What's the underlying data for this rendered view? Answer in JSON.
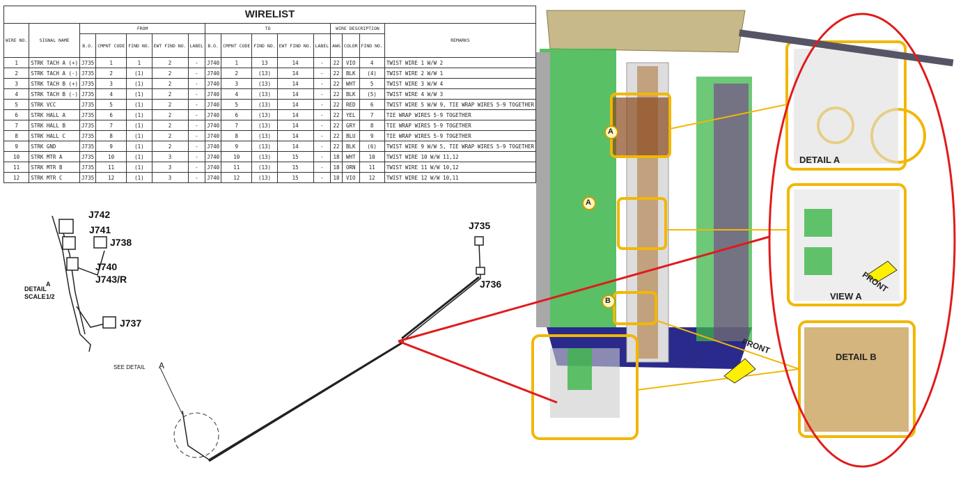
{
  "wirelist": {
    "title": "WIRELIST",
    "group_headers": {
      "from": "FROM",
      "to": "TO",
      "wire_description": "WIRE DESCRIPTION"
    },
    "columns": [
      "WIRE NO.",
      "SIGNAL NAME",
      "B.O.",
      "CMPNT CODE",
      "FIND NO.",
      "EWT FIND NO.",
      "LABEL",
      "B.O.",
      "CMPNT CODE",
      "FIND NO.",
      "EWT FIND NO.",
      "LABEL",
      "AWG",
      "COLOR",
      "FIND NO.",
      "REMARKS"
    ],
    "rows": [
      [
        "1",
        "STRK TACH A (+)",
        "J735",
        "1",
        "1",
        "2",
        "-",
        "J740",
        "1",
        "13",
        "14",
        "-",
        "22",
        "VIO",
        "4",
        "TWIST WIRE 1 W/W 2"
      ],
      [
        "2",
        "STRK TACH A (-)",
        "J735",
        "2",
        "(1)",
        "2",
        "-",
        "J740",
        "2",
        "(13)",
        "14",
        "-",
        "22",
        "BLK",
        "(4)",
        "TWIST WIRE 2 W/W 1"
      ],
      [
        "3",
        "STRK TACH B (+)",
        "J735",
        "3",
        "(1)",
        "2",
        "-",
        "J740",
        "3",
        "(13)",
        "14",
        "-",
        "22",
        "WHT",
        "5",
        "TWIST WIRE 3 W/W 4"
      ],
      [
        "4",
        "STRK TACH B (-)",
        "J735",
        "4",
        "(1)",
        "2",
        "-",
        "J740",
        "4",
        "(13)",
        "14",
        "-",
        "22",
        "BLK",
        "(5)",
        "TWIST WIRE 4 W/W 3"
      ],
      [
        "5",
        "STRK VCC",
        "J735",
        "5",
        "(1)",
        "2",
        "-",
        "J740",
        "5",
        "(13)",
        "14",
        "-",
        "22",
        "RED",
        "6",
        "TWIST WIRE 5 W/W 9, TIE WRAP WIRES 5-9 TOGETHER"
      ],
      [
        "6",
        "STRK HALL A",
        "J735",
        "6",
        "(1)",
        "2",
        "-",
        "J740",
        "6",
        "(13)",
        "14",
        "-",
        "22",
        "YEL",
        "7",
        "TIE WRAP WIRES 5-9 TOGETHER"
      ],
      [
        "7",
        "STRK HALL B",
        "J735",
        "7",
        "(1)",
        "2",
        "-",
        "J740",
        "7",
        "(13)",
        "14",
        "-",
        "22",
        "GRY",
        "8",
        "TIE WRAP WIRES 5-9 TOGETHER"
      ],
      [
        "8",
        "STRK HALL C",
        "J735",
        "8",
        "(1)",
        "2",
        "-",
        "J740",
        "8",
        "(13)",
        "14",
        "-",
        "22",
        "BLU",
        "9",
        "TIE WRAP WIRES 5-9 TOGETHER"
      ],
      [
        "9",
        "STRK GND",
        "J735",
        "9",
        "(1)",
        "2",
        "-",
        "J740",
        "9",
        "(13)",
        "14",
        "-",
        "22",
        "BLK",
        "(6)",
        "TWIST WIRE 9 W/W 5, TIE WRAP WIRES 5-9 TOGETHER"
      ],
      [
        "10",
        "STRK MTR A",
        "J735",
        "10",
        "(1)",
        "3",
        "-",
        "J740",
        "10",
        "(13)",
        "15",
        "-",
        "18",
        "WHT",
        "10",
        "TWIST WIRE 10 W/W 11,12"
      ],
      [
        "11",
        "STRK MTR B",
        "J735",
        "11",
        "(1)",
        "3",
        "-",
        "J740",
        "11",
        "(13)",
        "15",
        "-",
        "18",
        "ORN",
        "11",
        "TWIST WIRE 11 W/W 10,12"
      ],
      [
        "12",
        "STRK MTR C",
        "J735",
        "12",
        "(1)",
        "3",
        "-",
        "J740",
        "12",
        "(13)",
        "15",
        "-",
        "18",
        "VIO",
        "12",
        "TWIST WIRE 12  W/W 10,11"
      ]
    ]
  },
  "harness": {
    "j742": "J742",
    "j741": "J741",
    "j738": "J738",
    "j740": "J740",
    "j743": "J743/R",
    "detail": "DETAIL",
    "detail_a": "A",
    "scale": "SCALE",
    "scale_val": "1/2",
    "j737": "J737",
    "j735": "J735",
    "j736": "J736",
    "see_detail": "SEE DETAIL",
    "see_detail_ref": "A"
  },
  "assembly": {
    "detail_a": "DETAIL A",
    "view_a": "VIEW A",
    "front_inset": "FRONT",
    "detail_b": "DETAIL B",
    "front": "FRONT",
    "marker_a1": "A",
    "marker_a2": "A",
    "marker_b": "B"
  },
  "colors": {
    "highlight": "#f2b705",
    "callout": "#e01b1b",
    "board": "#3cb54a",
    "base": "#2a2a8c"
  }
}
